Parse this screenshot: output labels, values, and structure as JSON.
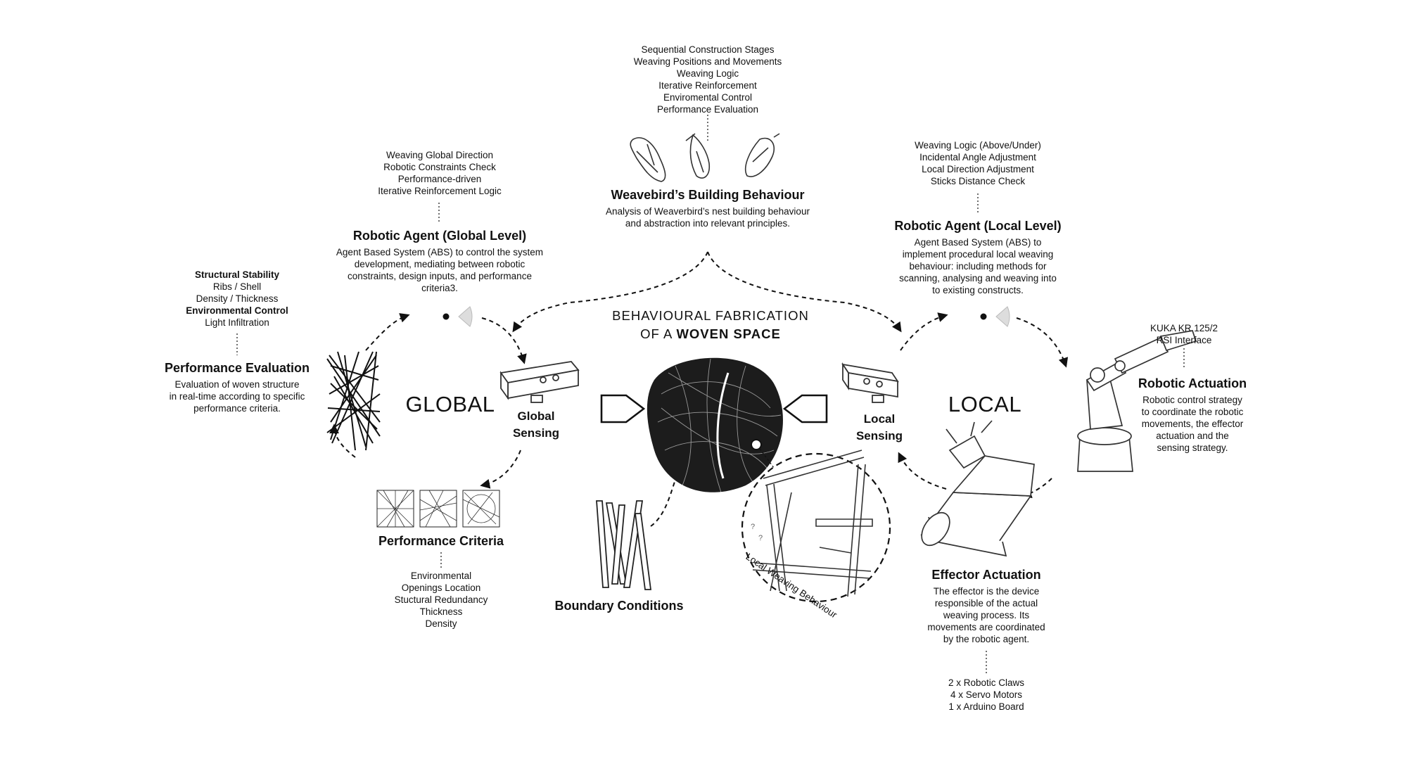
{
  "weavebird": {
    "list": [
      "Sequential Construction Stages",
      "Weaving Positions and Movements",
      "Weaving Logic",
      "Iterative Reinforcement",
      "Enviromental Control",
      "Performance Evaluation"
    ],
    "title": "Weavebird’s Building Behaviour",
    "desc": [
      "Analysis of Weaverbird’s nest building behaviour",
      "and abstraction into relevant principles."
    ]
  },
  "global_agent": {
    "list": [
      "Weaving Global Direction",
      "Robotic Constraints Check",
      "Performance-driven",
      "Iterative Reinforcement Logic"
    ],
    "title": "Robotic Agent (Global Level)",
    "desc": [
      "Agent Based System (ABS) to control the system",
      "development, mediating between robotic",
      "constraints,  design inputs, and performance",
      "criteria3."
    ]
  },
  "local_agent": {
    "list": [
      "Weaving Logic (Above/Under)",
      "Incidental Angle Adjustment",
      "Local Direction Adjustment",
      "Sticks Distance Check"
    ],
    "title": "Robotic Agent (Local Level)",
    "desc": [
      "Agent Based System (ABS) to",
      "implement procedural local weaving",
      "behaviour: including methods for",
      "scanning, analysing and weaving into",
      "to existing constructs."
    ]
  },
  "performance_eval": {
    "structural_head": "Structural Stability",
    "structural_items": [
      "Ribs / Shell",
      "Density / Thickness"
    ],
    "env_head": "Environmental Control",
    "env_items": [
      "Light Infiltration"
    ],
    "title": "Performance Evaluation",
    "desc": [
      "Evaluation of woven structure",
      "in real-time according to specific",
      "performance criteria."
    ]
  },
  "performance_criteria": {
    "title": "Performance Criteria",
    "list": [
      "Environmental",
      "Openings Location",
      "Stuctural Redundancy",
      "Thickness",
      "Density"
    ]
  },
  "center": {
    "line1": "BEHAVIOURAL  FABRICATION",
    "line2_prefix": "OF A ",
    "line2_bold": "WOVEN SPACE"
  },
  "global_label": "GLOBAL",
  "local_label": "LOCAL",
  "global_sensing": [
    "Global",
    "Sensing"
  ],
  "local_sensing": [
    "Local",
    "Sensing"
  ],
  "boundary": "Boundary Conditions",
  "local_weaving": "Local Weaving Behaviour",
  "robotic_actuation": {
    "list": [
      "KUKA KR 125/2",
      "RSI Interface"
    ],
    "title": "Robotic Actuation",
    "desc": [
      "Robotic control strategy",
      "to coordinate the robotic",
      "movements, the effector",
      "actuation and the",
      "sensing strategy."
    ]
  },
  "effector": {
    "title": "Effector Actuation",
    "desc": [
      "The effector is the device",
      "responsible of the actual",
      "weaving process. Its",
      "movements are coordinated",
      "by the robotic agent."
    ],
    "list": [
      "2 x Robotic Claws",
      "4 x Servo Motors",
      "1 x Arduino Board"
    ]
  }
}
